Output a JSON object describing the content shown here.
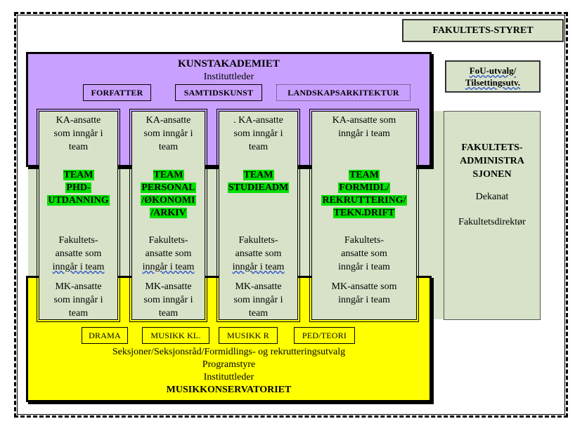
{
  "fakultetsstyret": "FAKULTETS-STYRET",
  "fou": {
    "line1": "FoU-utvalg/",
    "line2": "Tilsettingsutv."
  },
  "adm": {
    "title1": "FAKULTETS-",
    "title2": "ADMINISTRA",
    "title3": "SJONEN",
    "dekanat": "Dekanat",
    "direktor": "Fakultetsdirektør"
  },
  "kunstakademiet": {
    "title": "KUNSTAKADEMIET",
    "leader": "Instituttleder",
    "sections": [
      "FORFATTER",
      "SAMTIDSKUNST",
      "LANDSKAPSARKITEKTUR"
    ]
  },
  "musikk": {
    "sections": [
      "DRAMA",
      "MUSIKK KL.",
      "MUSIKK R",
      "PED/TEORI"
    ],
    "line1": "Seksjoner/Seksjonsråd/Formidlings- og rekrutteringsutvalg",
    "line2": "Programstyre",
    "line3": "Instituttleder",
    "title": "MUSIKKONSERVATORIET"
  },
  "teams": [
    {
      "ka": [
        "KA-ansatte",
        "som inngår i",
        "team"
      ],
      "name": [
        "TEAM",
        "PHD-",
        "UTDANNING"
      ],
      "fak": [
        "Fakultets-",
        "ansatte som",
        "inngår i team"
      ],
      "mk": [
        "MK-ansatte",
        "som inngår i",
        "team"
      ]
    },
    {
      "ka": [
        "KA-ansatte",
        "som inngår i",
        "team"
      ],
      "name": [
        "TEAM",
        "PERSONAL",
        "/ØKONOMI",
        "/ARKIV"
      ],
      "fak": [
        "Fakultets-",
        "ansatte som",
        "inngår i team"
      ],
      "mk": [
        "MK-ansatte",
        "som inngår i",
        "team"
      ]
    },
    {
      "ka": [
        ". KA-ansatte",
        "som inngår i",
        "team"
      ],
      "name": [
        "TEAM",
        "STUDIEADM"
      ],
      "fak": [
        "Fakultets-",
        "ansatte som",
        "inngår i team"
      ],
      "mk": [
        "MK-ansatte",
        "som inngår i",
        "team"
      ]
    },
    {
      "ka": [
        "KA-ansatte som",
        "inngår i team"
      ],
      "name": [
        "TEAM",
        "FORMIDL/",
        "REKRUTTERING/",
        "TEKN.DRIFT"
      ],
      "fak": [
        "Fakultets-",
        "ansatte som",
        "inngår i team"
      ],
      "mk": [
        "MK-ansatte som",
        "inngår i team"
      ]
    }
  ]
}
